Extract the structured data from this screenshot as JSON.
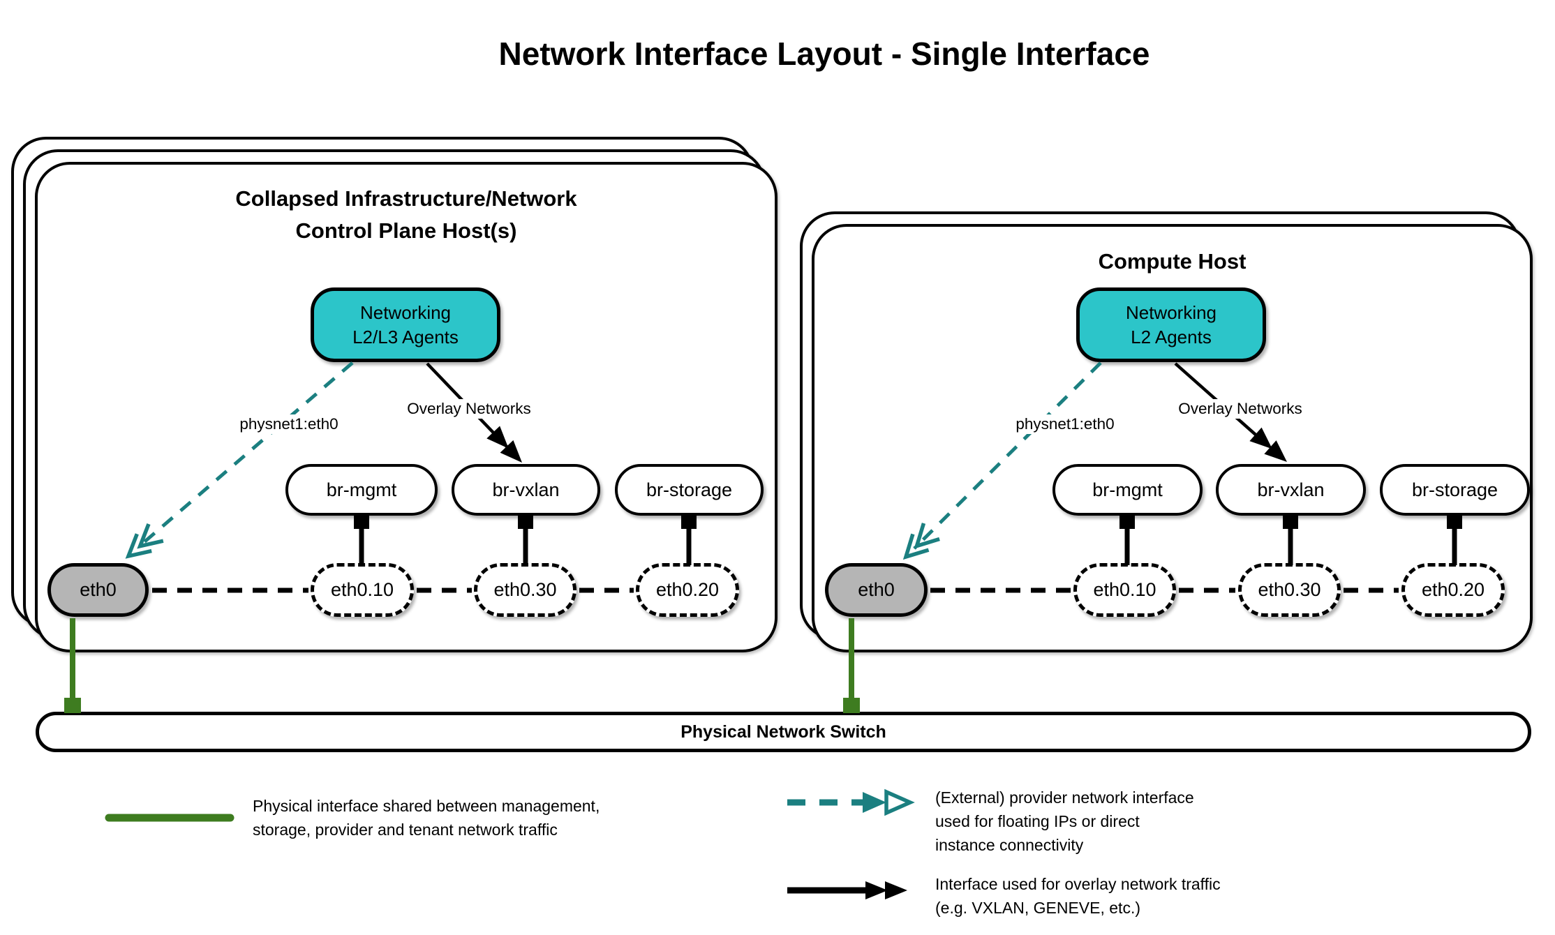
{
  "title": "Network Interface Layout - Single Interface",
  "colors": {
    "teal_fill": "#2CC5C9",
    "teal_line": "#1B7F80",
    "green": "#3E7C20",
    "gray_fill": "#B5B5B5"
  },
  "hosts": [
    {
      "heading_lines": [
        "Collapsed Infrastructure/Network",
        "Control Plane Host(s)"
      ],
      "agent_lines": [
        "Networking",
        "L2/L3 Agents"
      ],
      "provider_label": "physnet1:eth0",
      "overlay_label": "Overlay Networks",
      "bridges": [
        "br-mgmt",
        "br-vxlan",
        "br-storage"
      ],
      "physical_interface": "eth0",
      "vlan_interfaces": [
        "eth0.10",
        "eth0.30",
        "eth0.20"
      ]
    },
    {
      "heading_lines": [
        "Compute Host"
      ],
      "agent_lines": [
        "Networking",
        "L2 Agents"
      ],
      "provider_label": "physnet1:eth0",
      "overlay_label": "Overlay Networks",
      "bridges": [
        "br-mgmt",
        "br-vxlan",
        "br-storage"
      ],
      "physical_interface": "eth0",
      "vlan_interfaces": [
        "eth0.10",
        "eth0.30",
        "eth0.20"
      ]
    }
  ],
  "switch": {
    "label": "Physical Network Switch"
  },
  "legend": [
    {
      "symbol": "green-solid-line",
      "lines": [
        "Physical interface shared between management,",
        "storage, provider and tenant network traffic"
      ]
    },
    {
      "symbol": "teal-dashed-arrow",
      "lines": [
        "(External) provider network interface",
        "used for floating IPs or direct",
        "instance connectivity"
      ]
    },
    {
      "symbol": "black-solid-arrow",
      "lines": [
        "Interface used for overlay network traffic",
        "(e.g. VXLAN, GENEVE, etc.)"
      ]
    }
  ]
}
